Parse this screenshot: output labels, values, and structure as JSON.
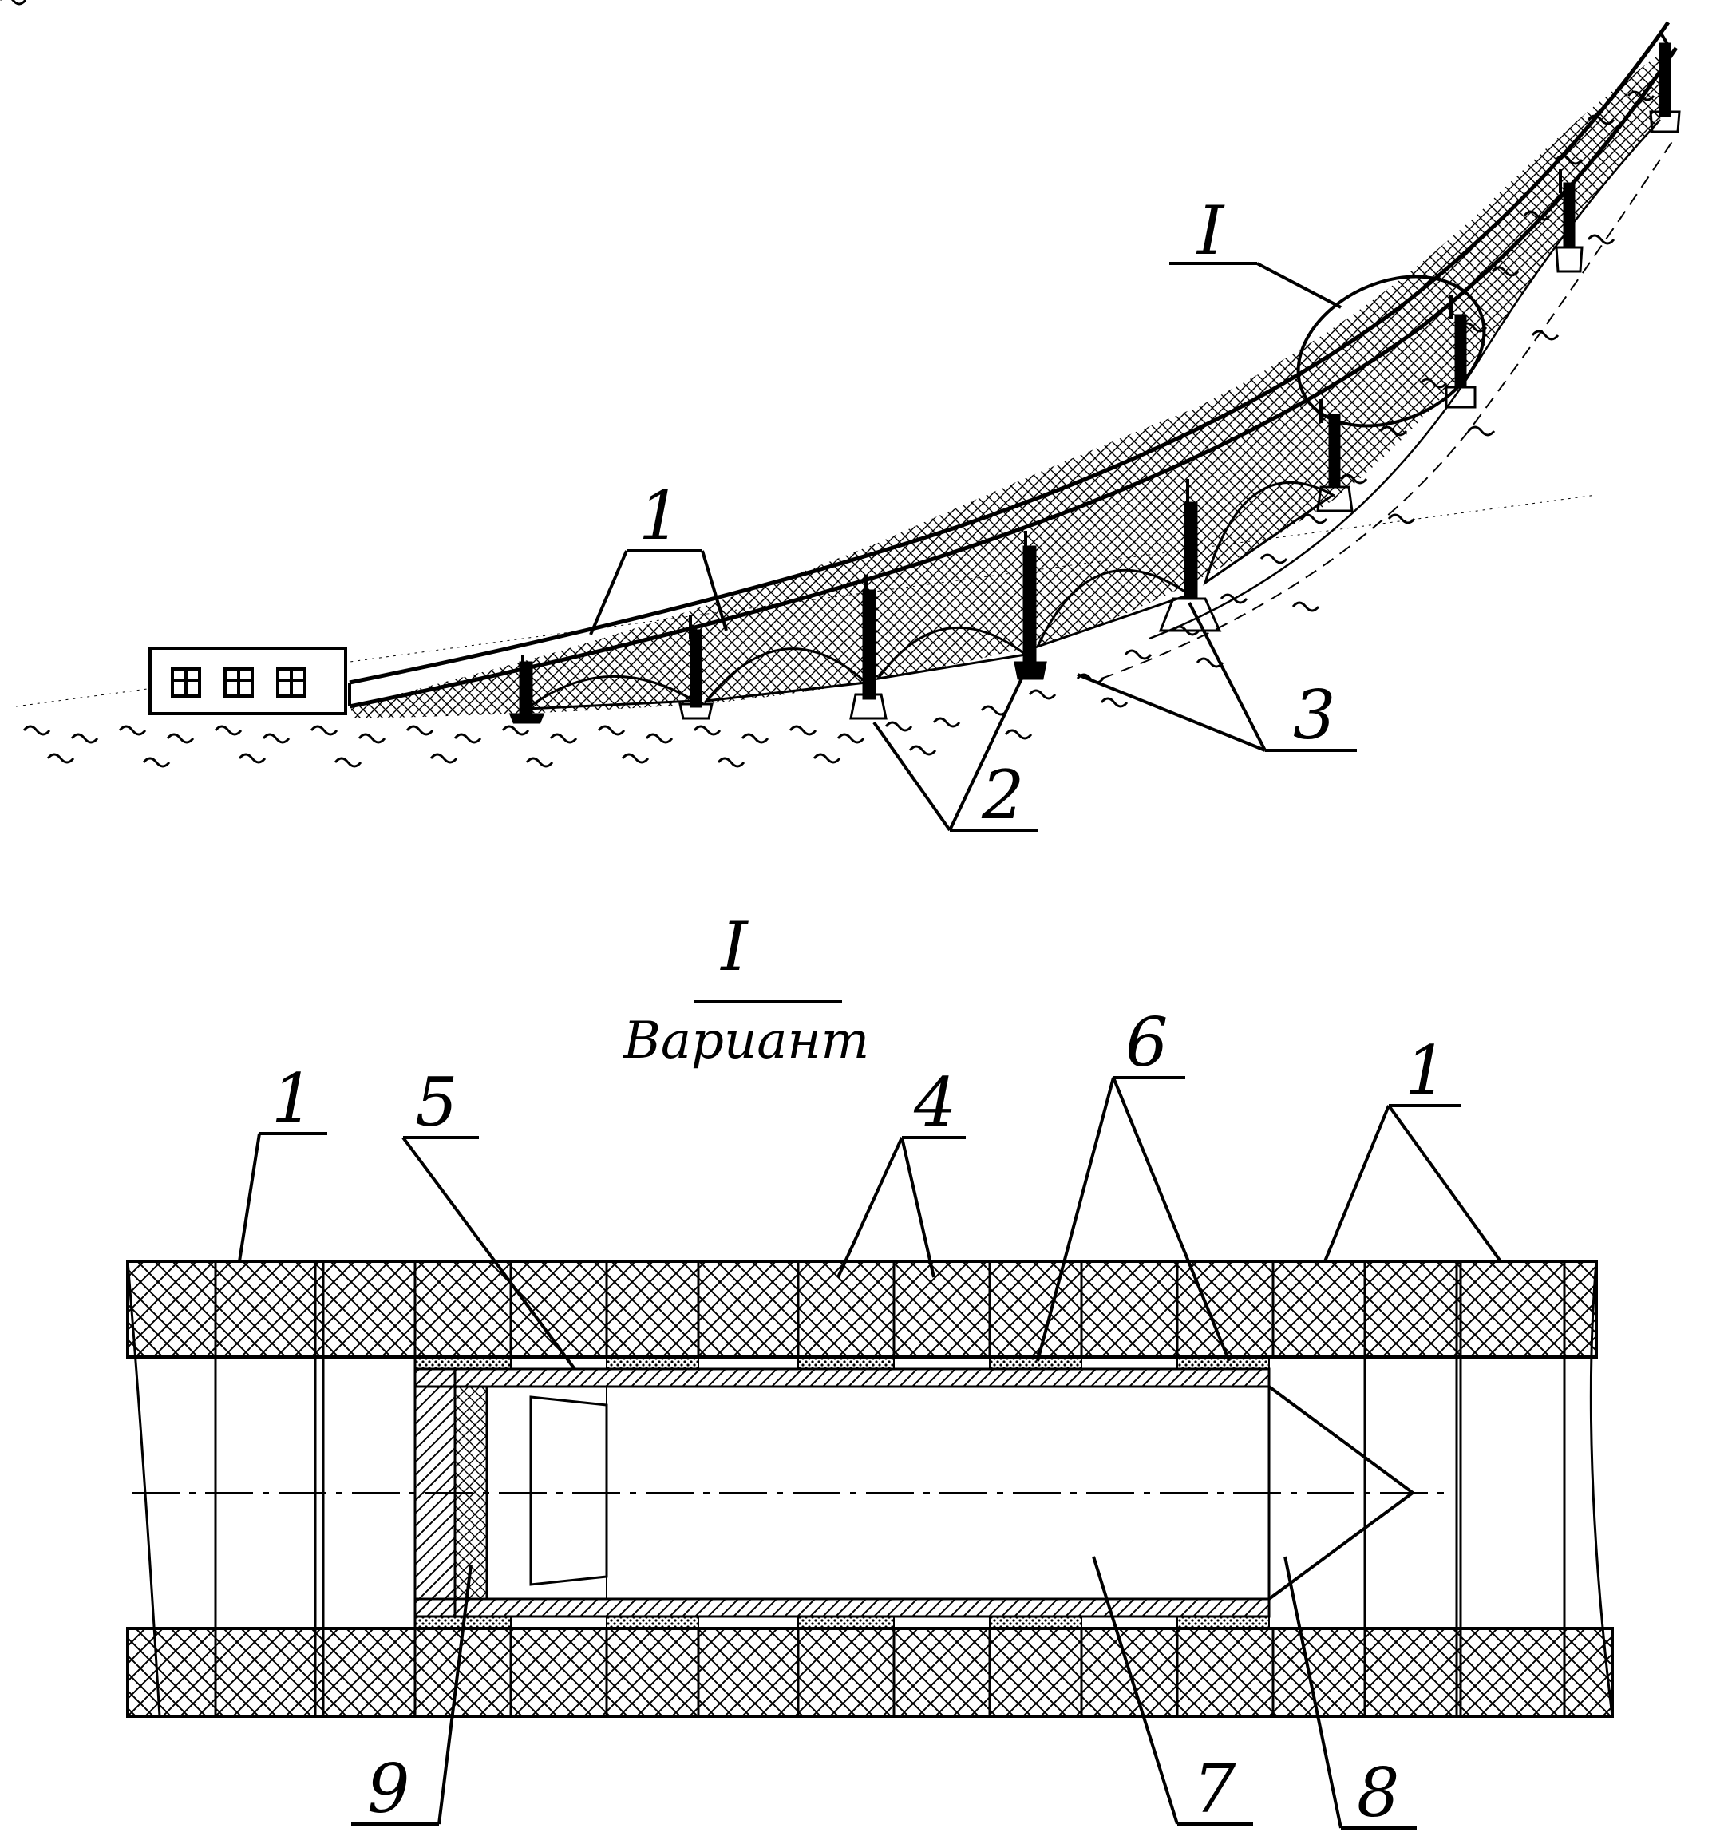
{
  "figure": {
    "ink_color": "#000000",
    "paper_color": "#ffffff",
    "upper_view": {
      "detail_marker": "I",
      "labels": {
        "pipe": "1",
        "support": "2",
        "foundation": "3"
      }
    },
    "section_view": {
      "title": "I",
      "subtitle": "Вариант",
      "labels": {
        "pipe_left": "1",
        "seal": "5",
        "pipe_blocks": "4",
        "bands": "6",
        "pipe_right": "1",
        "tail_layer": "9",
        "body": "7",
        "nose": "8"
      }
    }
  }
}
